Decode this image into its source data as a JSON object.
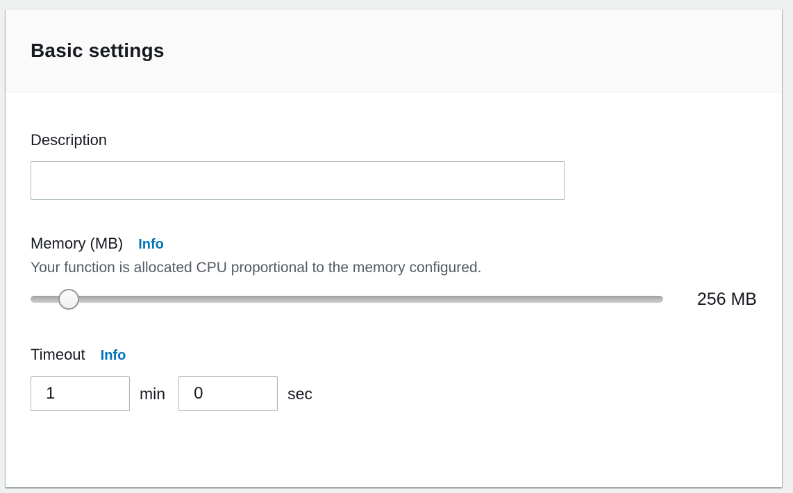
{
  "card": {
    "title": "Basic settings"
  },
  "description": {
    "label": "Description",
    "value": "",
    "placeholder": ""
  },
  "memory": {
    "label": "Memory (MB)",
    "info_label": "Info",
    "helper": "Your function is allocated CPU proportional to the memory configured.",
    "value_display": "256 MB",
    "slider_percent": 6
  },
  "timeout": {
    "label": "Timeout",
    "info_label": "Info",
    "minutes_value": "1",
    "minutes_unit": "min",
    "seconds_value": "0",
    "seconds_unit": "sec"
  },
  "colors": {
    "link_blue": "#0073bb",
    "heading_text": "#16191f",
    "helper_text": "#545b64",
    "input_border": "#aab7b8",
    "divider": "#eaeded",
    "header_bg": "#fafafa",
    "page_bg": "#eff1f1"
  }
}
